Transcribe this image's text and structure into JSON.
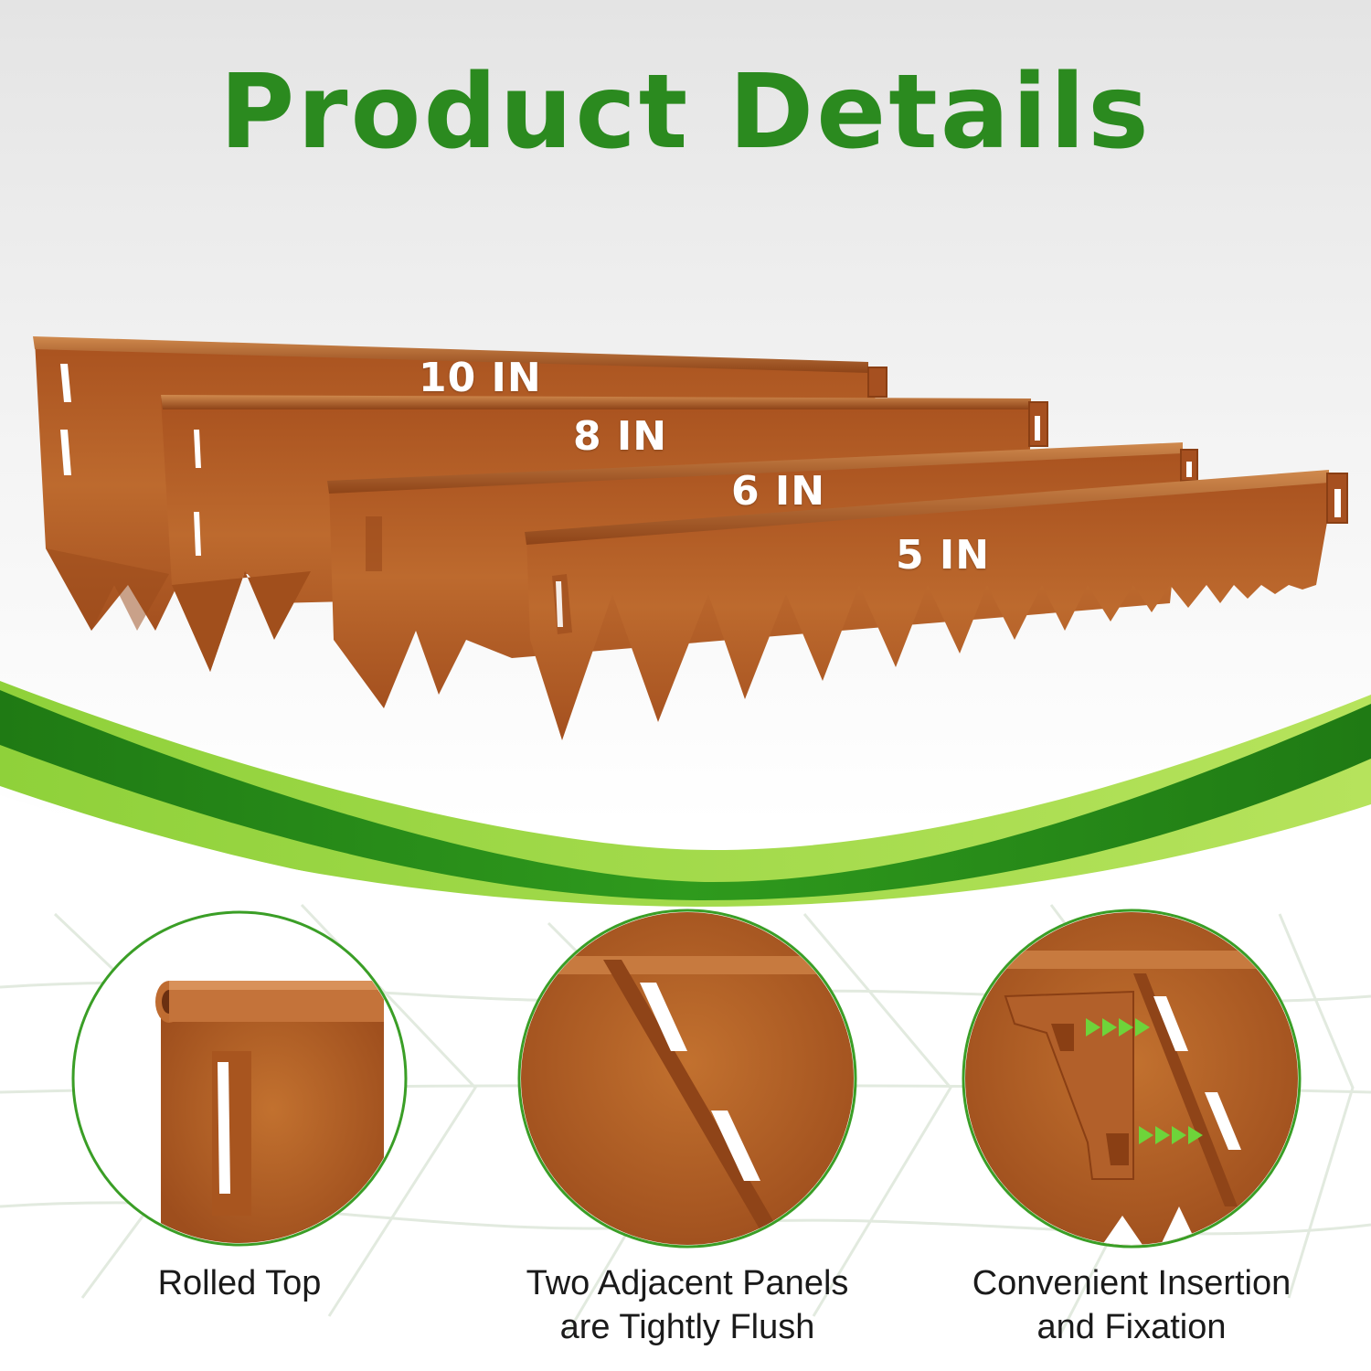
{
  "title": "Product Details",
  "panels": [
    {
      "label": "10 IN"
    },
    {
      "label": "8 IN"
    },
    {
      "label": "6 IN"
    },
    {
      "label": "5 IN"
    }
  ],
  "features": [
    {
      "lines": [
        "Rolled Top"
      ]
    },
    {
      "lines": [
        "Two Adjacent Panels",
        "are Tightly Flush"
      ]
    },
    {
      "lines": [
        "Convenient Insertion",
        "and Fixation"
      ]
    }
  ],
  "colors": {
    "title_green": "#2b8a1f",
    "steel_rust": "#b8622a",
    "accent_green": "#3a9e26",
    "arrow_green": "#6ed43a"
  }
}
